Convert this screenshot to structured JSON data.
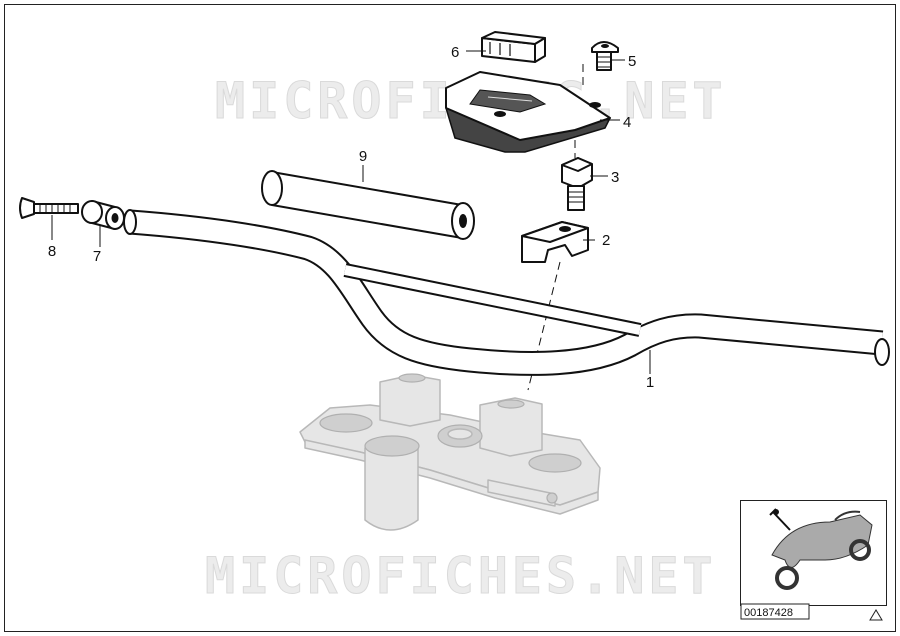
{
  "watermark_text": "MICROFICHES.NET",
  "callouts": [
    {
      "id": "1",
      "label": "1"
    },
    {
      "id": "2",
      "label": "2"
    },
    {
      "id": "3",
      "label": "3"
    },
    {
      "id": "4",
      "label": "4"
    },
    {
      "id": "5",
      "label": "5"
    },
    {
      "id": "6",
      "label": "6"
    },
    {
      "id": "7",
      "label": "7"
    },
    {
      "id": "8",
      "label": "8"
    },
    {
      "id": "9",
      "label": "9"
    }
  ],
  "thumbnail": {
    "reference_code": "00187428",
    "icon": "motorcycle-thumbnail-icon",
    "corner_icon": "triangle-icon"
  }
}
